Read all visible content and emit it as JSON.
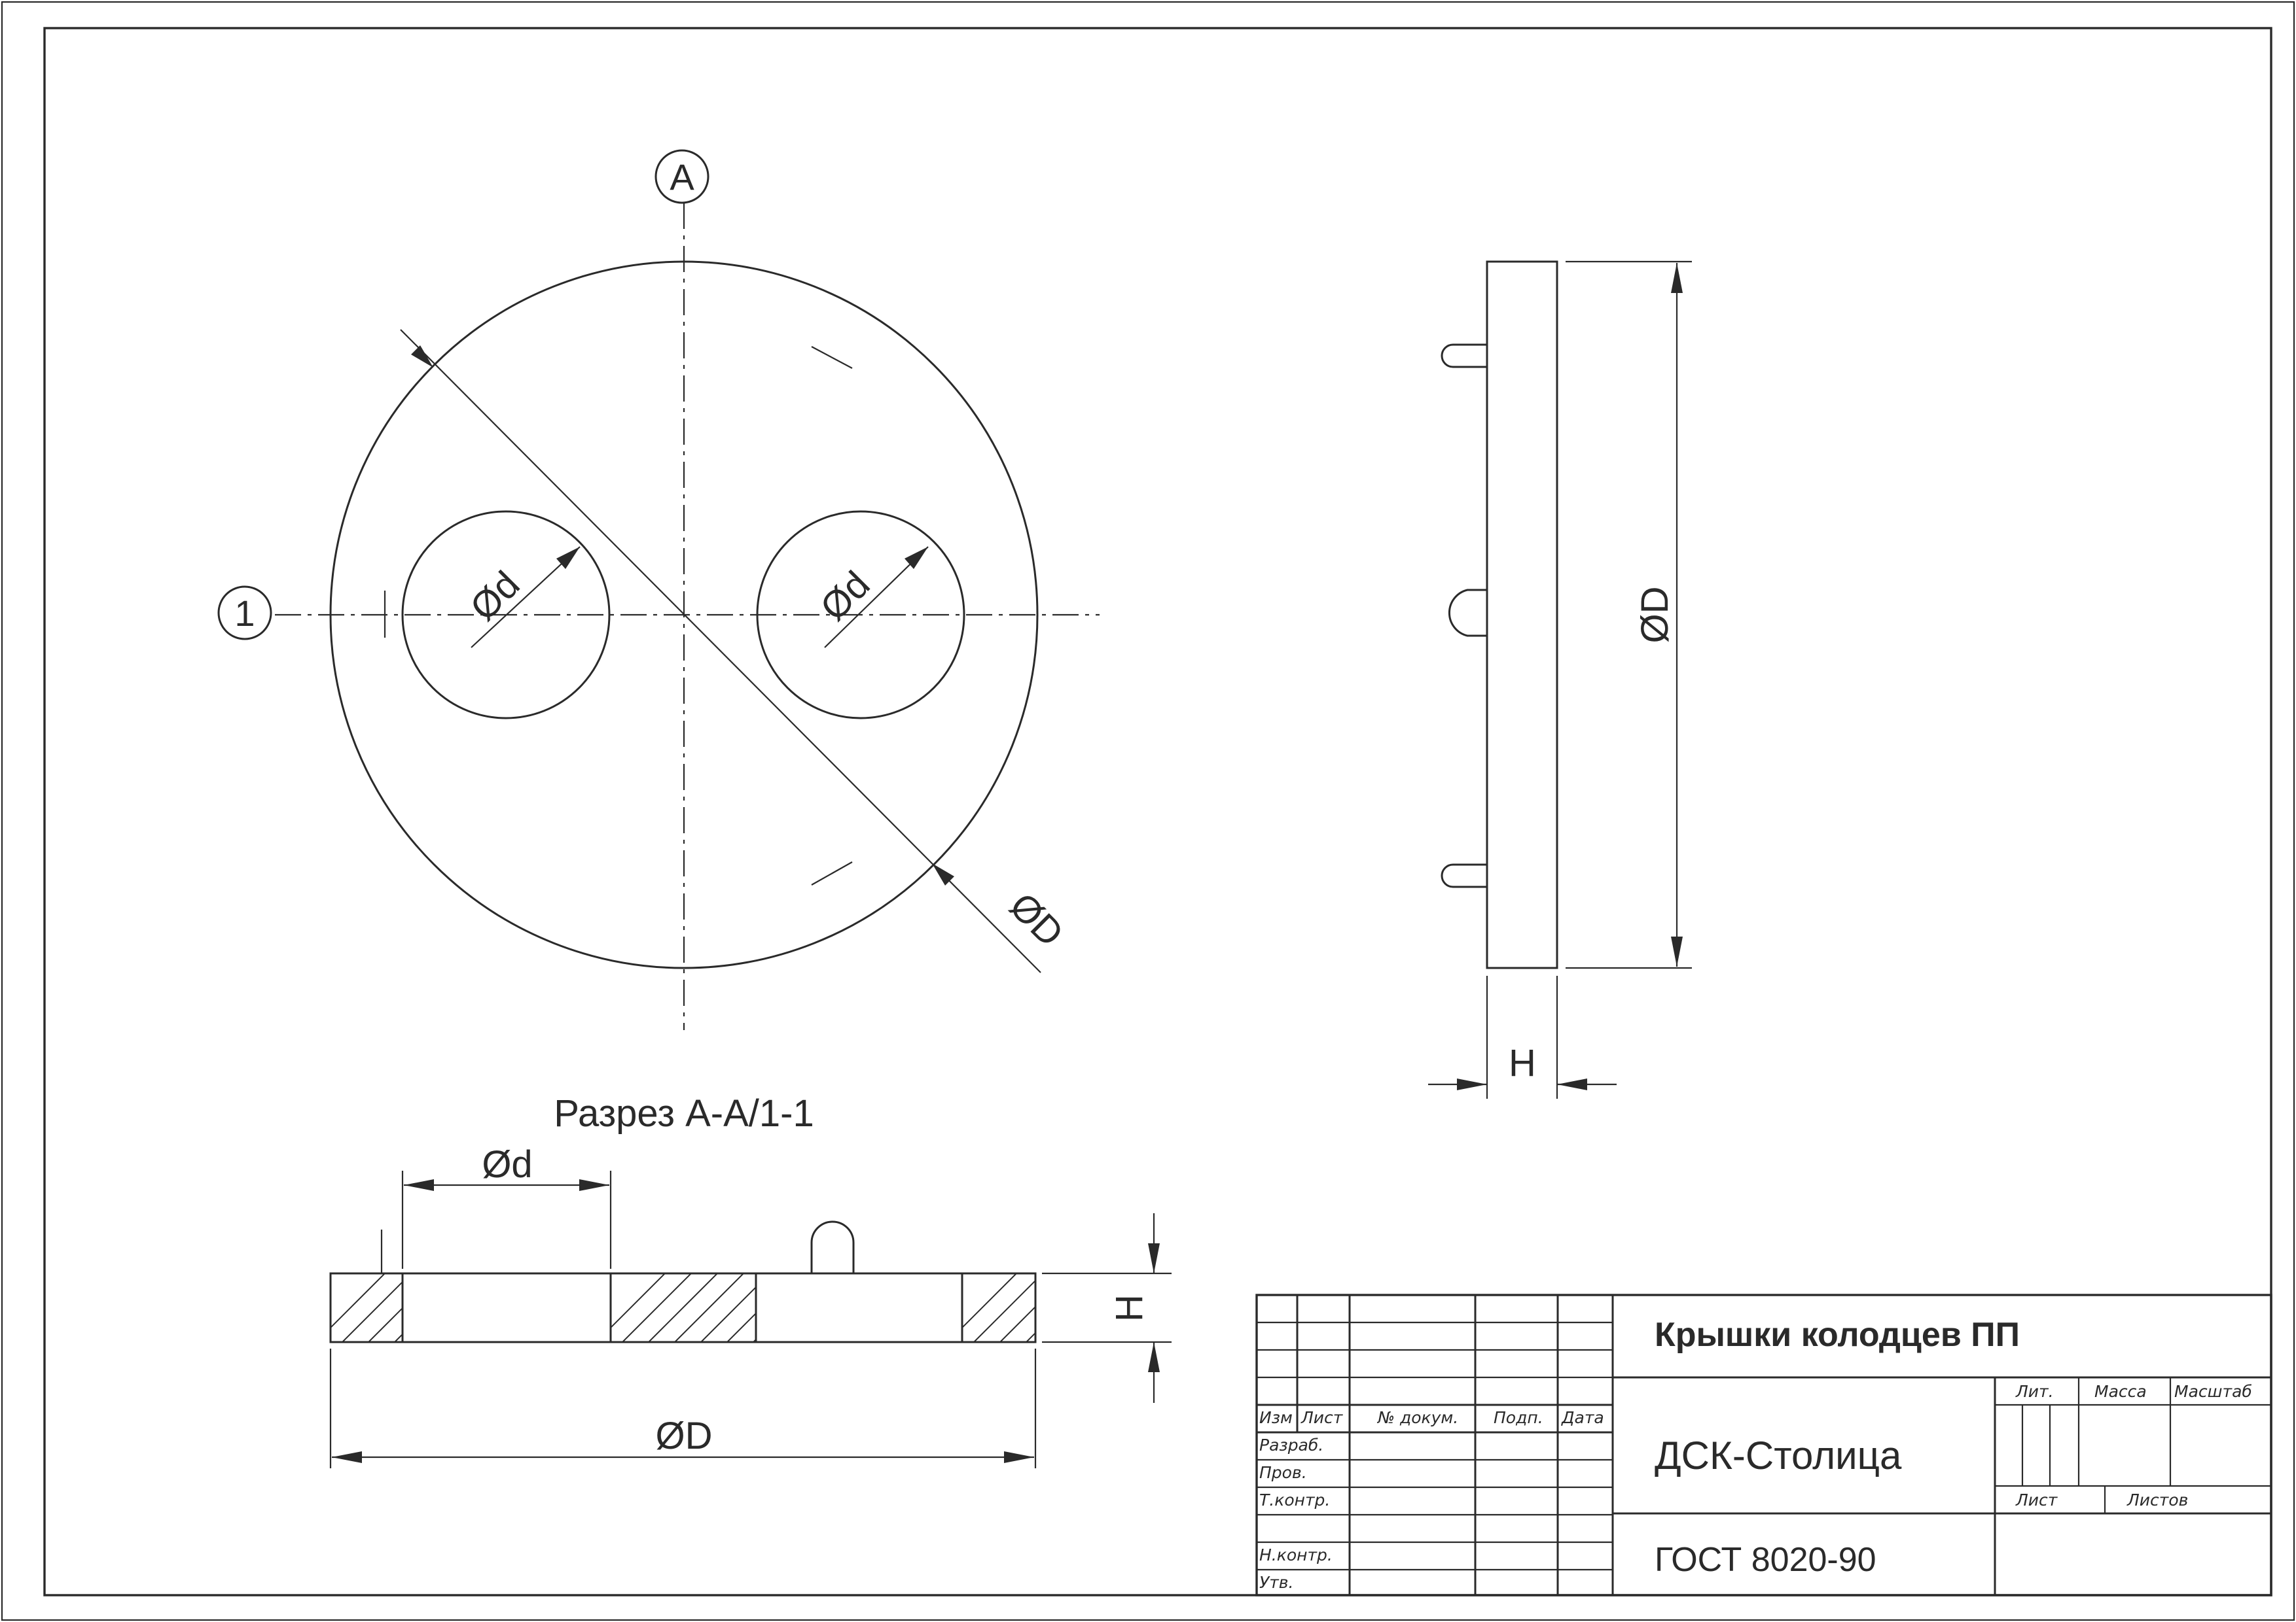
{
  "drawing": {
    "section_title": "Разрез А-А/1-1",
    "section_marker": "А",
    "section_marker_1": "1",
    "labels": {
      "d_small": "Ød",
      "d_big": "ØD",
      "h": "H"
    }
  },
  "title_block": {
    "product_name": "Крышки колодцев ПП",
    "company": "ДСК-Столица",
    "standard": "ГОСТ 8020-90",
    "columns": [
      "Изм",
      "Лист",
      "№ докум.",
      "Подп.",
      "Дата"
    ],
    "rows": [
      "Разраб.",
      "Пров.",
      "Т.контр.",
      "",
      "Н.контр.",
      "Утв."
    ],
    "lit_label": "Лит.",
    "mass_label": "Масса",
    "scale_label": "Масштаб",
    "sheet_label": "Лист",
    "sheets_label": "Листов"
  }
}
